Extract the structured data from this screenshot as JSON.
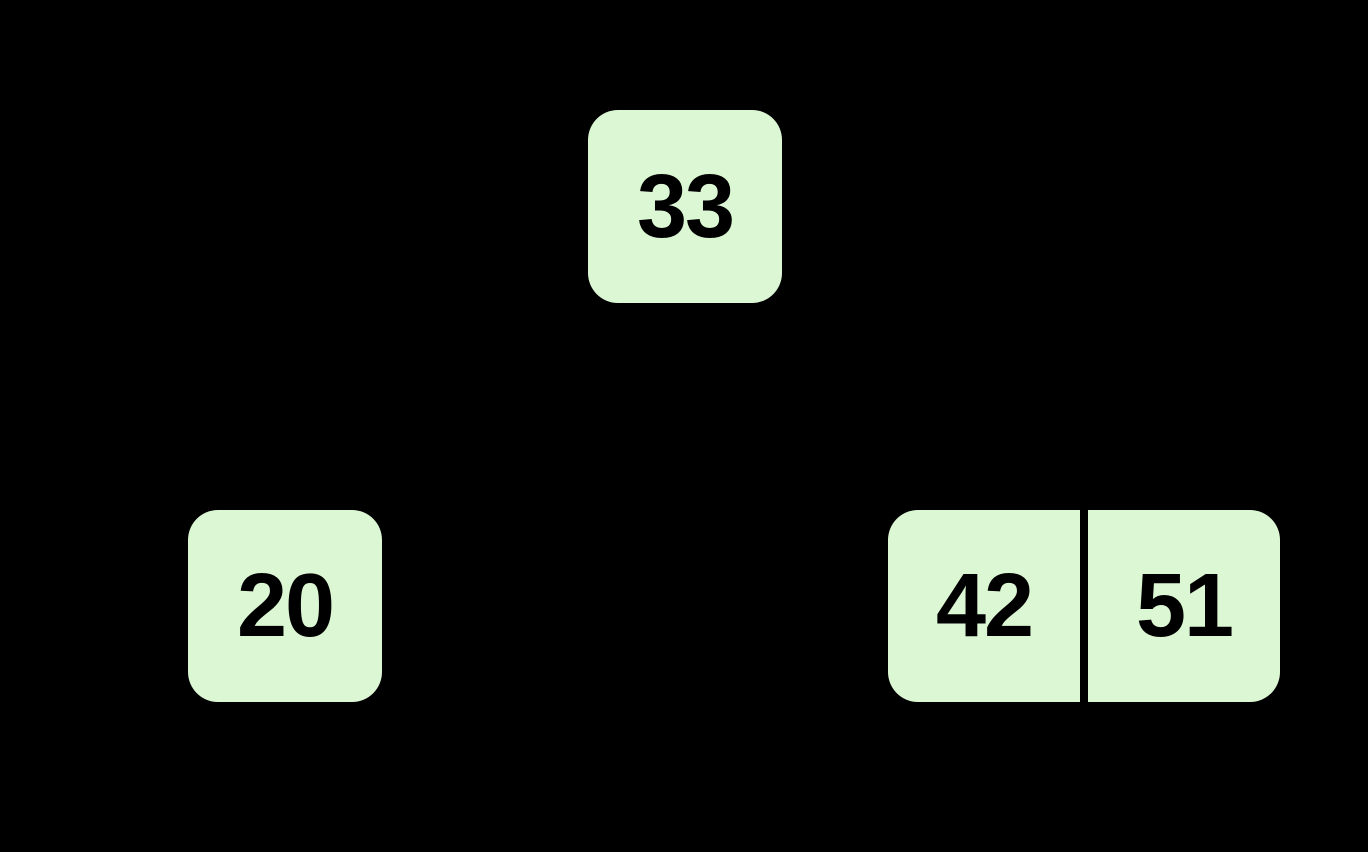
{
  "diagram": {
    "type": "b-tree",
    "background_color": "#000000",
    "node_fill_color": "#dcf7d3",
    "node_text_color": "#000000",
    "divider_color": "#000000",
    "nodes": {
      "root": {
        "keys": [
          "33"
        ]
      },
      "left_child": {
        "keys": [
          "20"
        ]
      },
      "right_child": {
        "keys": [
          "42",
          "51"
        ]
      }
    }
  }
}
